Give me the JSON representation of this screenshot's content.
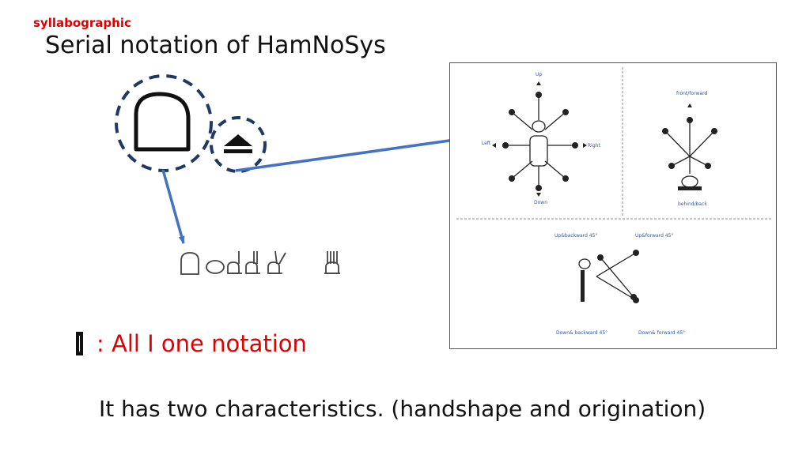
{
  "tag": "syllabographic",
  "title": "Serial notation of HamNoSys",
  "legend": {
    "text": ": All I one notation",
    "icon": "bracket-icon"
  },
  "bottom_text": "It has two characteristics. (handshape and origination)",
  "handshape_sequence": {
    "glyphs": [
      "flat-hand-icon",
      "fist-icon",
      "one-finger-icon",
      "two-finger-icon",
      "spread-two-icon",
      "three-finger-icon"
    ]
  },
  "diagram": {
    "upper_left": {
      "up": "Up",
      "left": "Left",
      "right": "Right",
      "down": "Down"
    },
    "upper_right": {
      "top": "front/forward",
      "bottom": "behind/back"
    },
    "lower": {
      "up_back": "Up&backward 45°",
      "up_fwd": "Up&forward 45°",
      "down_back": "Down& backward 45°",
      "down_fwd": "Down& forward 45°"
    }
  },
  "colors": {
    "tag": "#e00000",
    "legend": "#e00000",
    "arrow": "#4472c4",
    "dashed_circle": "#1f3864"
  }
}
